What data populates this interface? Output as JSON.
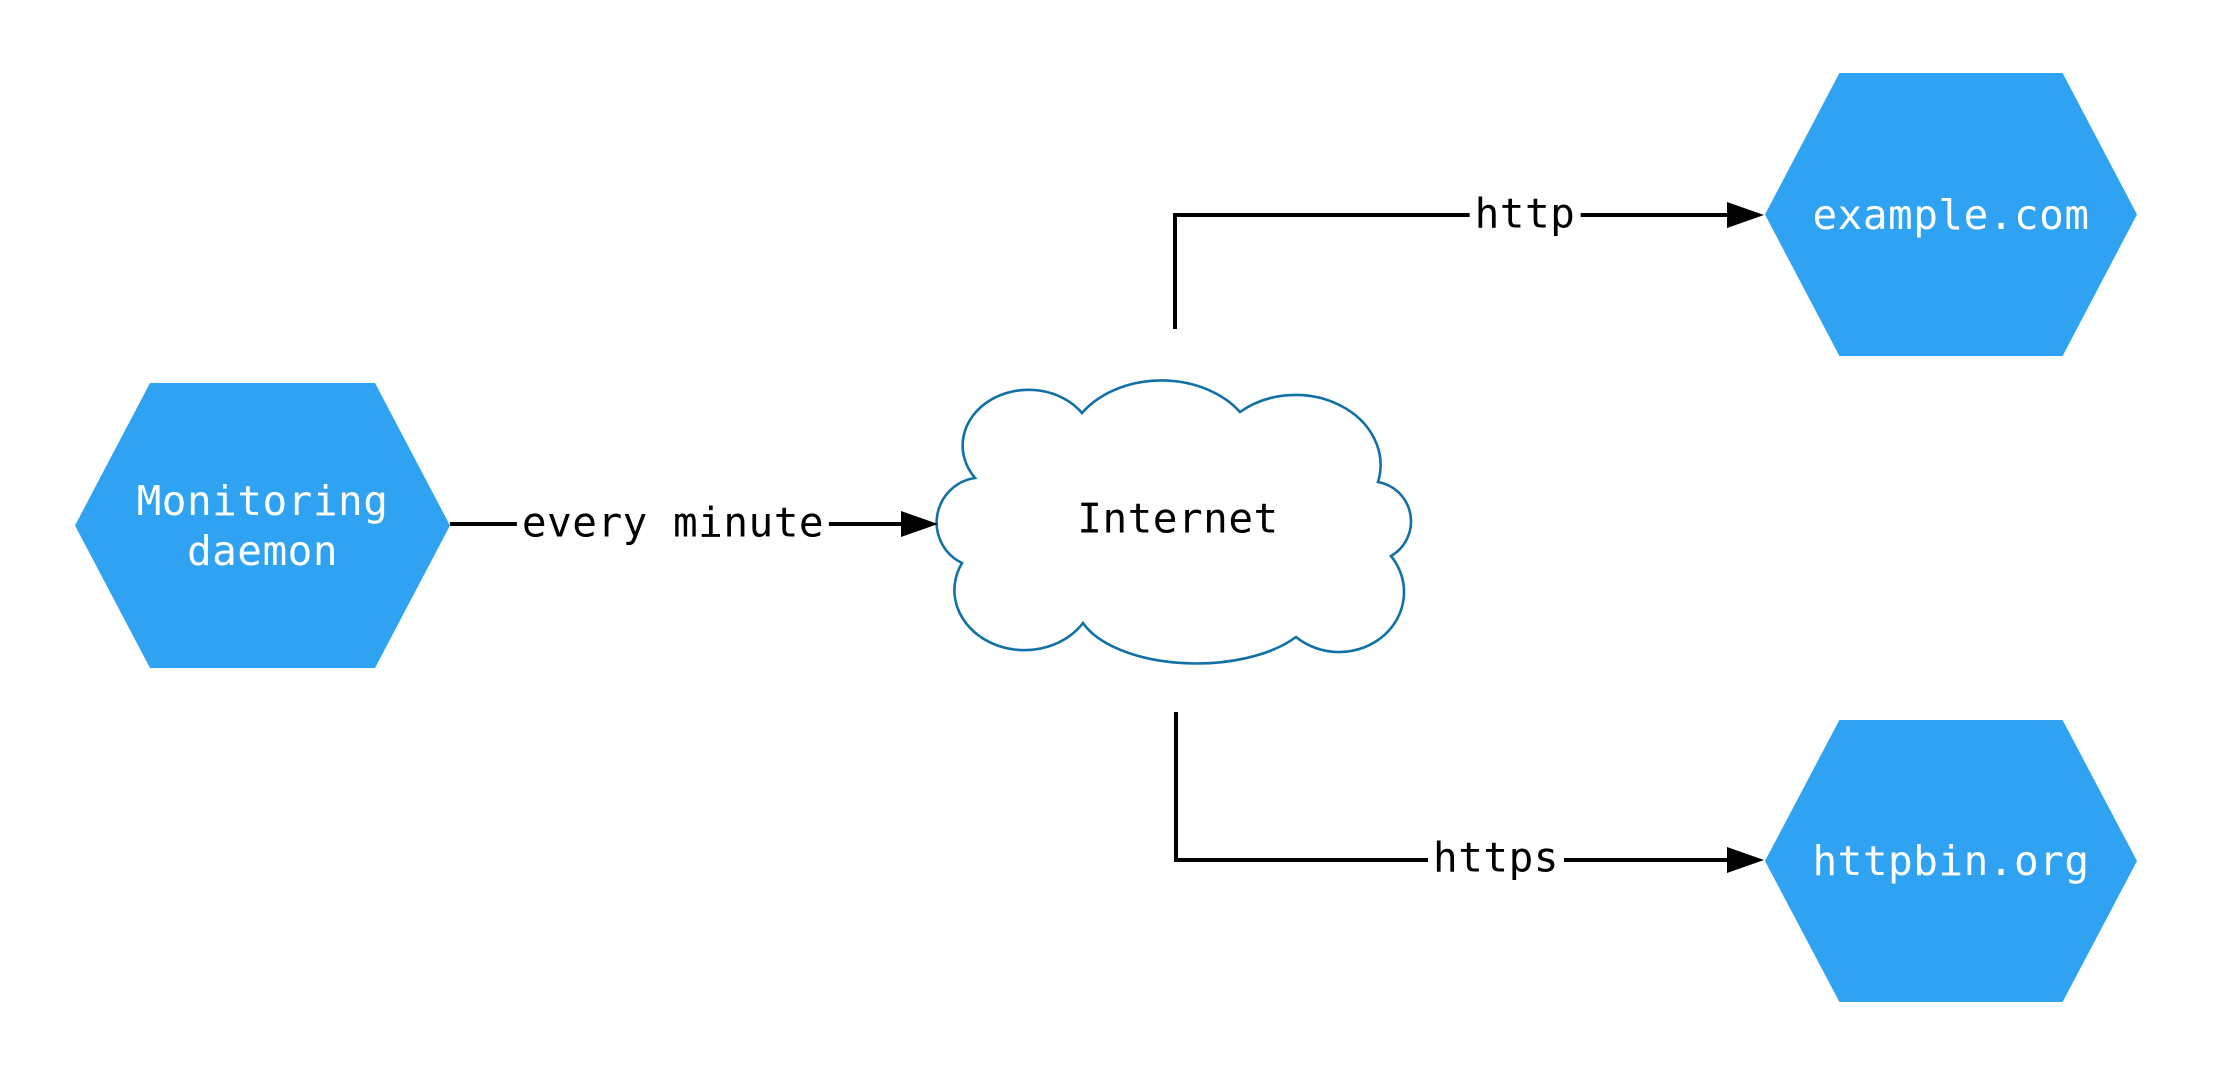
{
  "theme": {
    "background": "#ffffff",
    "node_fill": "#2fa3f2",
    "node_text_color": "#ffffff",
    "cloud_stroke": "#1170a6",
    "cloud_fill": "#ffffff",
    "edge_color": "#000000",
    "edge_label_color": "#000000"
  },
  "nodes": {
    "monitoring": {
      "label": "Monitoring\ndaemon",
      "shape": "hexagon"
    },
    "internet": {
      "label": "Internet",
      "shape": "cloud"
    },
    "example": {
      "label": "example.com",
      "shape": "hexagon"
    },
    "httpbin": {
      "label": "httpbin.org",
      "shape": "hexagon"
    }
  },
  "edges": [
    {
      "from": "Monitoring daemon",
      "to": "Internet",
      "label": "every minute"
    },
    {
      "from": "Internet",
      "to": "example.com",
      "label": "http"
    },
    {
      "from": "Internet",
      "to": "httpbin.org",
      "label": "https"
    }
  ]
}
